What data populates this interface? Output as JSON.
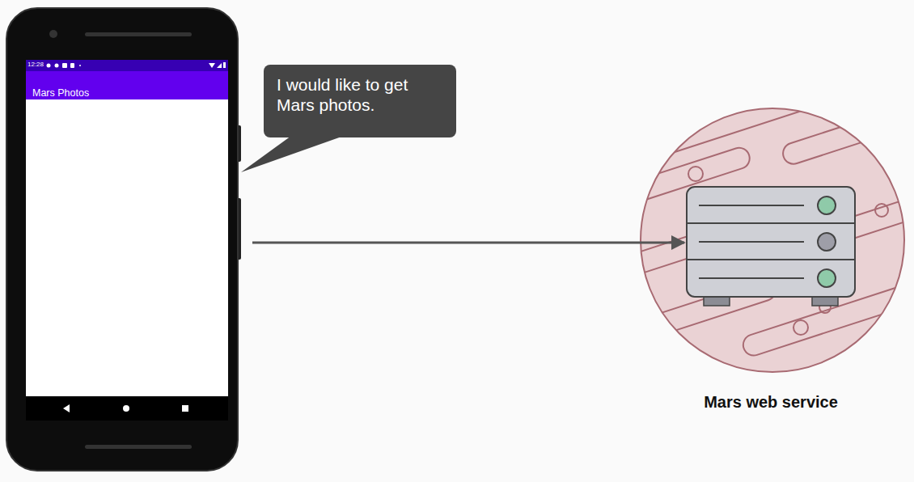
{
  "diagram": {
    "nodes": [
      {
        "text": [
          "12:28",
          "Mars Photos"
        ]
      },
      {
        "text": [
          "I would like to get Mars photos."
        ]
      },
      {
        "text": [
          "Mars web service"
        ]
      }
    ],
    "edges": [
      {
        "from": 0,
        "to": 2,
        "arrow": "to"
      }
    ]
  }
}
